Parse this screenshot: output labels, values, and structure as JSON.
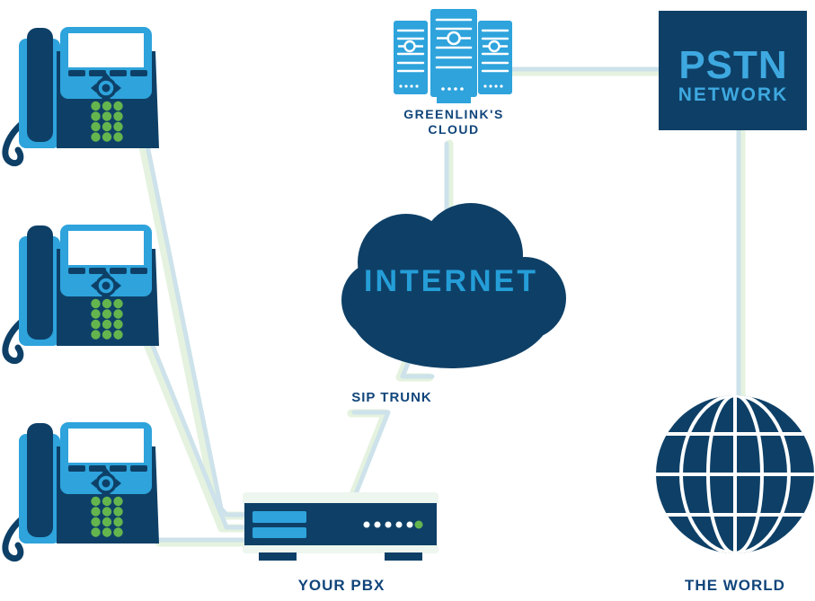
{
  "diagram_title": "PBX / SIP trunk network diagram",
  "palette": {
    "navy": "#0e4067",
    "light_blue": "#2ea3dc",
    "green": "#64b54e",
    "pale_line_blue": "#cde2ea",
    "pale_line_green": "#e4f2df",
    "label_dark_blue": "#10457a",
    "pstn_text_blue": "#3ea9e0",
    "internet_text_blue": "#259ed8",
    "white": "#ffffff"
  },
  "nodes": {
    "provider_cloud": {
      "icon": "server-cluster-icon",
      "label_line1": "GREENLINK'S",
      "label_line2": "CLOUD"
    },
    "pstn": {
      "icon": "pstn-network-box",
      "title": "PSTN",
      "subtitle": "NETWORK"
    },
    "internet": {
      "icon": "cloud-icon",
      "label": "INTERNET"
    },
    "sip_trunk": {
      "label": "SIP TRUNK"
    },
    "pbx": {
      "icon": "rack-appliance-icon",
      "label": "YOUR PBX"
    },
    "world": {
      "icon": "globe-icon",
      "label": "THE WORLD"
    },
    "phones": {
      "icon": "desk-ip-phone-icon",
      "count": 3
    }
  },
  "links": [
    "provider-cloud to pstn-network",
    "provider-cloud to internet",
    "internet to sip-trunk to your-pbx",
    "pstn-network to the-world",
    "phone-1 to your-pbx",
    "phone-2 to your-pbx",
    "phone-3 to your-pbx"
  ]
}
